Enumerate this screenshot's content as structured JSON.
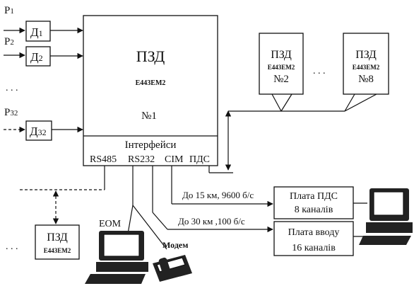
{
  "inputs": [
    {
      "signal": "P",
      "sub": "1",
      "sensor": "Д",
      "sensor_sub": "1"
    },
    {
      "signal": "P",
      "sub": "2",
      "sensor": "Д",
      "sensor_sub": "2"
    },
    {
      "signal": "P",
      "sub": "32",
      "sensor": "Д",
      "sensor_sub": "32"
    }
  ],
  "input_ellipsis": ". . .",
  "main_unit": {
    "title": "ПЗД",
    "model": "Е443ЕМ2",
    "number": "№1"
  },
  "interfaces": {
    "title": "Інтерфейси",
    "ports": [
      "RS485",
      "RS232",
      "СІМ",
      "ПДС"
    ]
  },
  "remote_units": [
    {
      "title": "ПЗД",
      "model": "Е443ЕМ2",
      "number": "№2"
    },
    {
      "title": "ПЗД",
      "model": "Е443ЕМ2",
      "number": "№8"
    }
  ],
  "remote_ellipsis": ". . .",
  "bottom_unit": {
    "title": "ПЗД",
    "model": "Е443ЕМ2"
  },
  "bottom_ellipsis": ". . .",
  "computer_label": "ЕОМ",
  "modem_label": "Модем",
  "link1_label": "До 15 км, 9600 б/с",
  "link2_label": "До 30 км ,100 б/с",
  "board_pds": {
    "line1": "Плата ПДС",
    "line2": "8 каналів"
  },
  "board_input": {
    "line1": "Плата вводу",
    "line2": "16 каналів"
  }
}
